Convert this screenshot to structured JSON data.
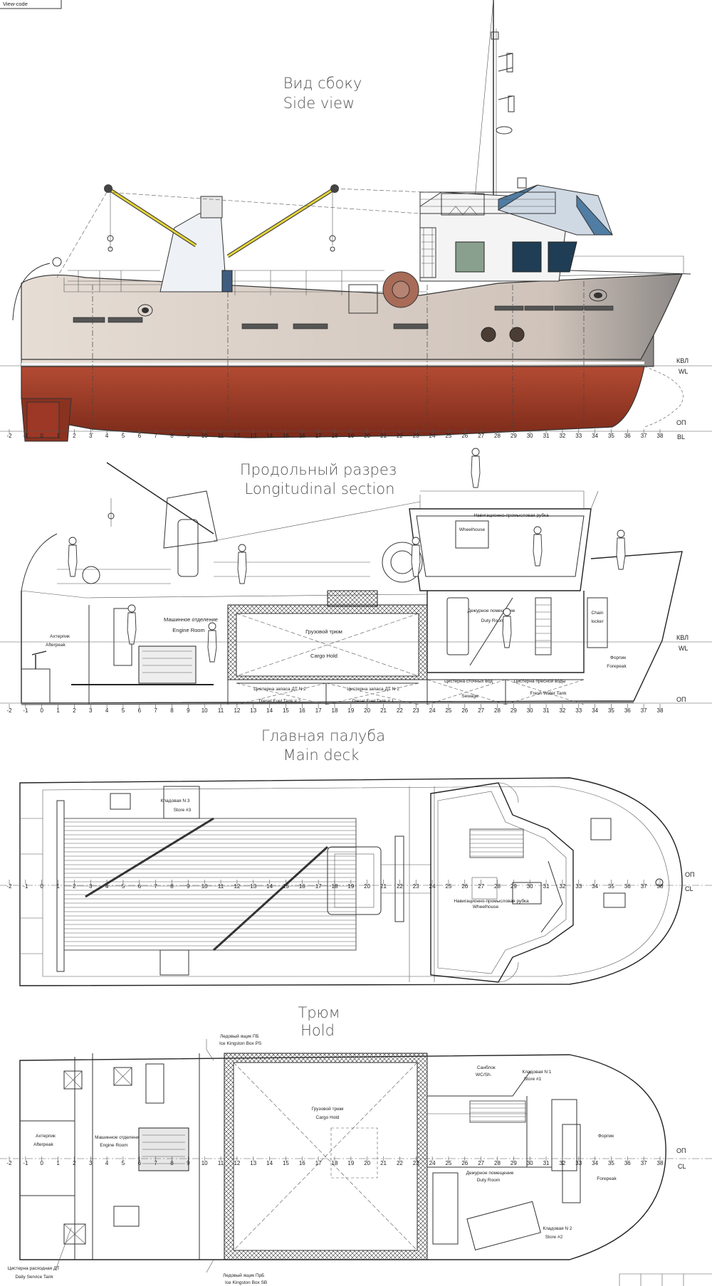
{
  "header": {
    "label": "View-code"
  },
  "sections": {
    "side": {
      "title_ru": "Вид сбоку",
      "title_en": "Side view"
    },
    "longitudinal": {
      "title_ru": "Продольный разрез",
      "title_en": "Longitudinal section"
    },
    "deck": {
      "title_ru": "Главная палуба",
      "title_en": "Main deck"
    },
    "hold": {
      "title_ru": "Трюм",
      "title_en": "Hold"
    }
  },
  "waterlines": {
    "kvl": "КВЛ",
    "wl": "WL",
    "op": "ОП",
    "bl": "BL",
    "cl": "CL"
  },
  "frames": [
    "-2",
    "-1",
    "0",
    "1",
    "2",
    "3",
    "4",
    "5",
    "6",
    "7",
    "8",
    "9",
    "10",
    "11",
    "12",
    "13",
    "14",
    "15",
    "16",
    "17",
    "18",
    "19",
    "20",
    "21",
    "22",
    "23",
    "24",
    "25",
    "26",
    "27",
    "28",
    "29",
    "30",
    "31",
    "32",
    "33",
    "34",
    "35",
    "36",
    "37",
    "38"
  ],
  "longitudinal_labels": {
    "wheelhouse_ru": "Навигационно-промысловая рубка",
    "wheelhouse_en": "Wheelhouse",
    "engine_ru": "Машинное отделение",
    "engine_en": "Engine Room",
    "afterpeak_ru": "Ахтерпик",
    "afterpeak_en": "Afterpeak",
    "cargo_ru": "Грузовой трюм",
    "cargo_en": "Cargo Hold",
    "fuel2_ru": "Цистерна запаса ДТ N 2",
    "fuel2_en": "Diesel Fuel Tank # 2",
    "fuel1_ru": "Цистерна запаса ДТ N 1",
    "fuel1_en": "Diesel Fuel Tank # 1",
    "sewage_ru": "Цистерна сточных вод",
    "sewage_en": "Sewage",
    "fw_ru": "Цистерна пресной воды",
    "fw_en": "Fresh Water Tank",
    "duty_ru": "Дежурное помещение",
    "duty_en": "Duty Room",
    "chain_1": "Chain",
    "chain_2": "locker",
    "forepeak_ru": "Форпик",
    "forepeak_en": "Forepeak"
  },
  "deck_labels": {
    "store3_ru": "Кладовая N 3",
    "store3_en": "Store #3",
    "wheel_ru": "Навигационно-промысловая рубка",
    "wheel_en": "Wheelhouse"
  },
  "hold_labels": {
    "kingston_ps_ru": "Ледовый ящик ПБ",
    "kingston_ps_en": "Ice Kingston Box PS",
    "kingston_sb_ru": "Ледовый ящик ПрБ",
    "kingston_sb_en": "Ice Kingston Box SB",
    "wc_ru": "Санблок",
    "wc_en": "WC/Sh.",
    "store1_ru": "Кладовая N 1",
    "store1_en": "Store #1",
    "store2_ru": "Кладовая N 2",
    "store2_en": "Store #2",
    "cargo_ru": "Грузовой трюм",
    "cargo_en": "Cargo Hold",
    "engine_ru": "Машинное отделение",
    "engine_en": "Engine Room",
    "afterpeak_ru": "Ахтерпик",
    "afterpeak_en": "Afterpeak",
    "duty_ru": "Дежурное помещение",
    "duty_en": "Duty Room",
    "forepeak_ru": "Форпик",
    "forepeak_en": "Forepeak",
    "daily_ru": "Цистерна расходная ДТ",
    "daily_en": "Daily Service Tank"
  },
  "colors": {
    "hull_red": "#a8402a",
    "hull_beige": "#d8cdc4",
    "cabin_white": "#f2f2f2",
    "window_blue": "#4f7da3",
    "boom_yellow": "#e3d23a",
    "line": "#333333"
  }
}
